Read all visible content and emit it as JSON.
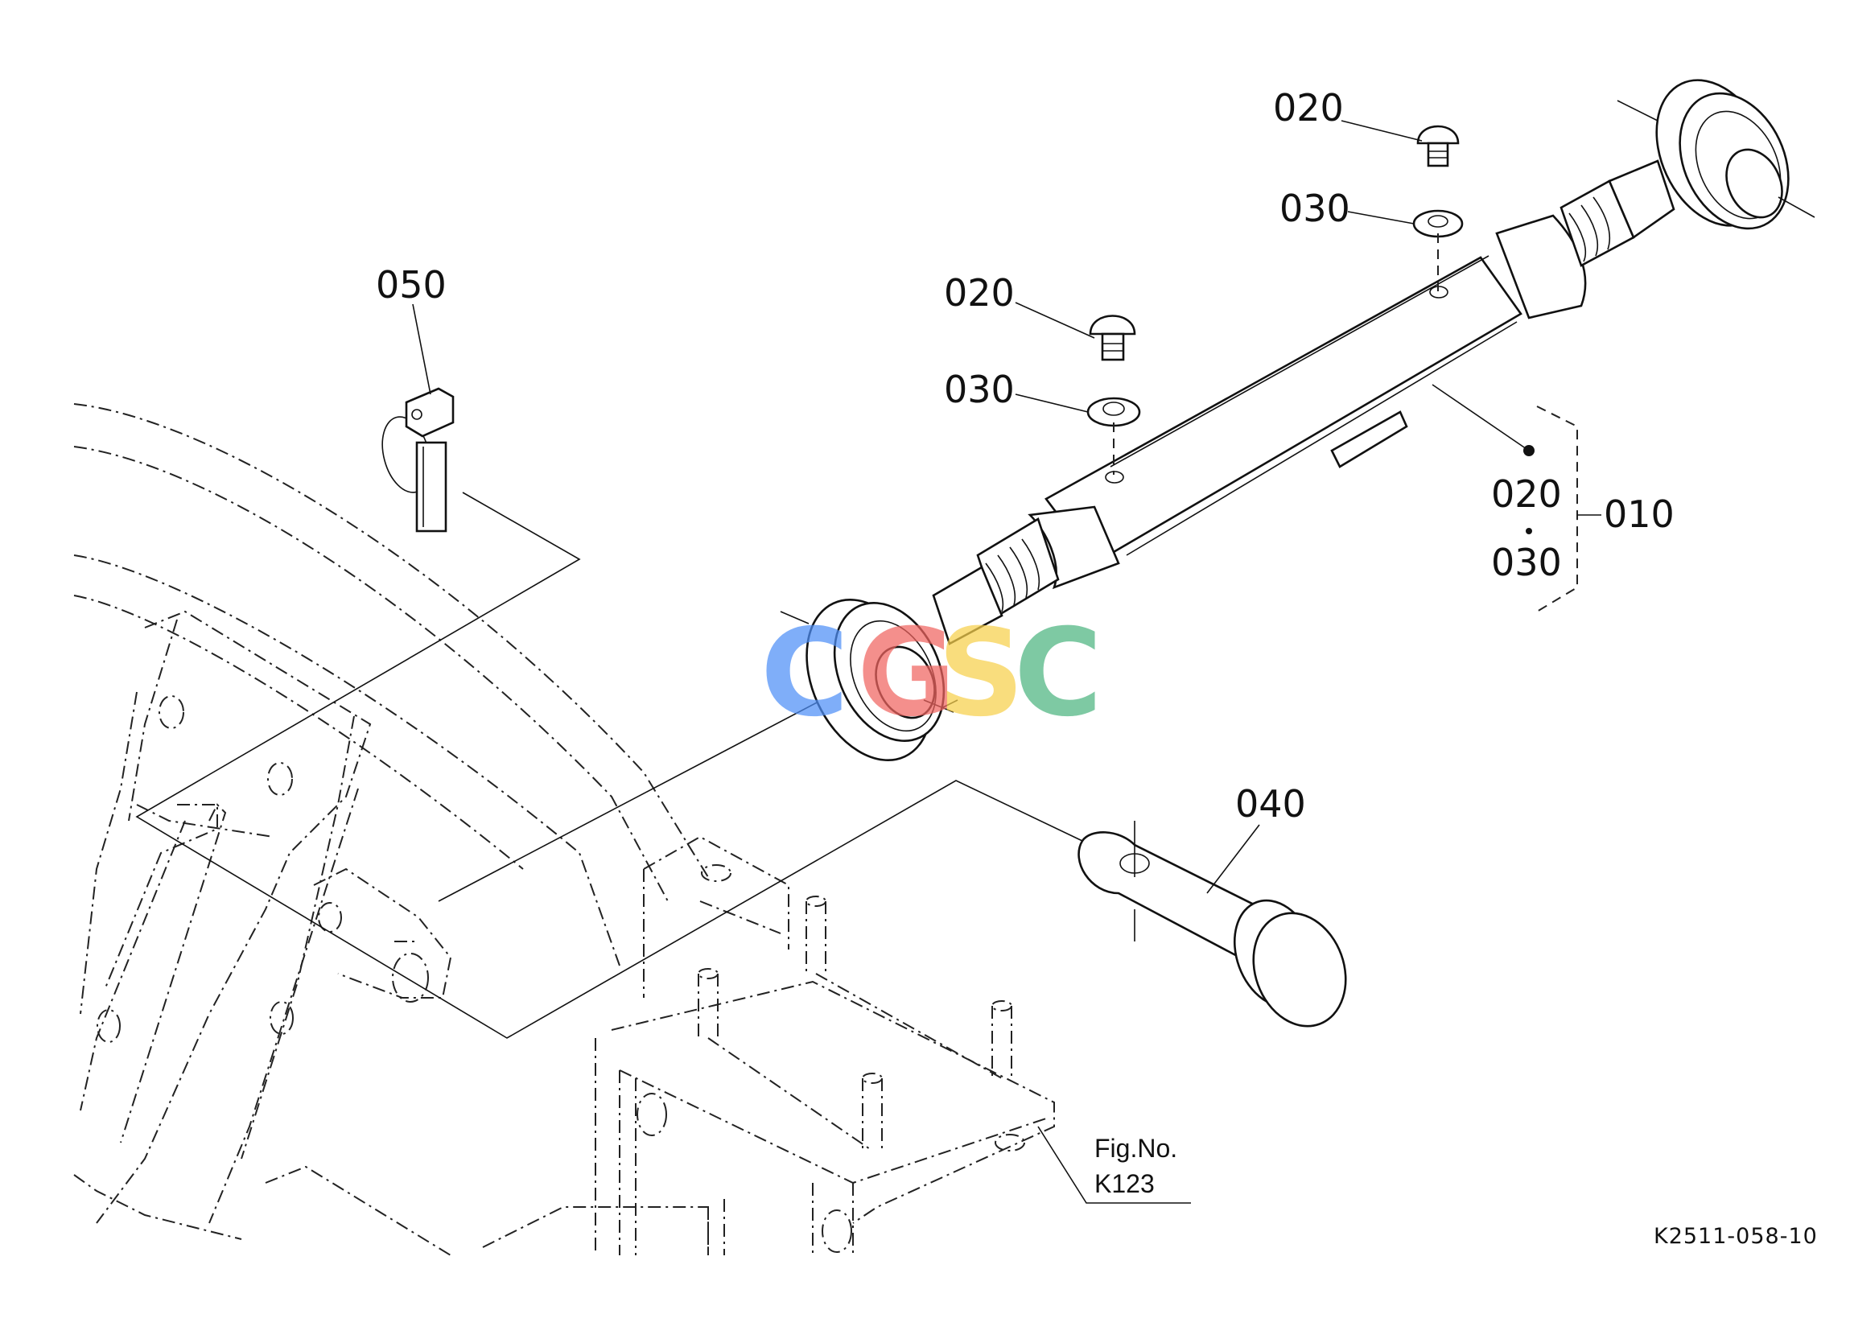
{
  "labels": {
    "p050": "050",
    "p020_top": "020",
    "p030_top": "030",
    "p020_mid": "020",
    "p030_mid": "030",
    "p040": "040",
    "p010": "010",
    "p020_group": "020",
    "p030_group": "030"
  },
  "figure_reference": {
    "line1": "Fig.No.",
    "line2": "K123"
  },
  "drawing_id": "K2511-058-10",
  "watermark": {
    "letters": [
      "C",
      "G",
      "S",
      "C"
    ],
    "colors": [
      "#4f8ff7",
      "#f06560",
      "#f8d04c",
      "#4db580"
    ]
  }
}
